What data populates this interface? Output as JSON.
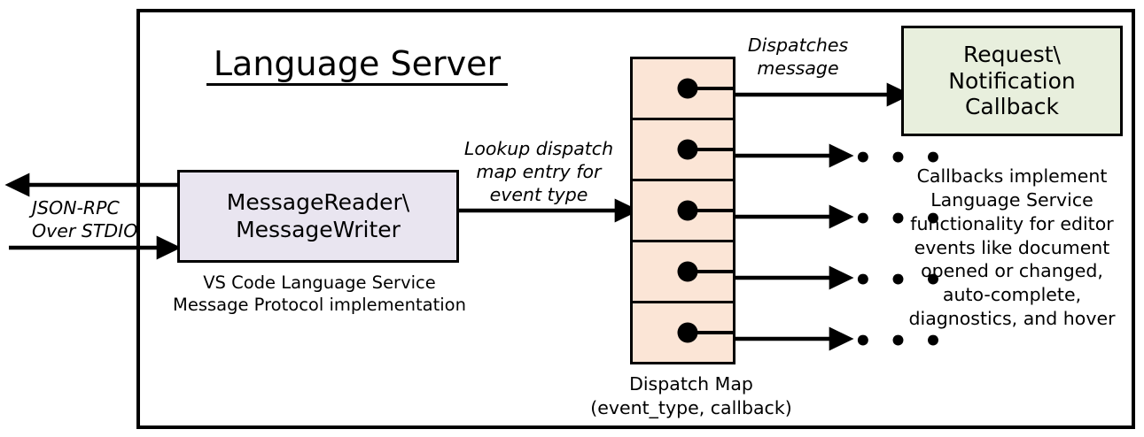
{
  "diagram": {
    "title": "Language Server",
    "frame_name": "language-server-boundary",
    "colors": {
      "stroke": "#000000",
      "message_box_fill": "#E9E5F0",
      "dispatch_map_fill": "#FBE5D6",
      "callback_box_fill": "#E8EFDD",
      "background": "#FFFFFF"
    }
  },
  "message_io": {
    "box_line_1": "MessageReader\\",
    "box_line_2": "MessageWriter",
    "caption_line_1": "VS Code Language Service",
    "caption_line_2": "Message Protocol implementation",
    "transport_label_line_1": "JSON-RPC",
    "transport_label_line_2": "Over STDIO",
    "outbound_arrow_name": "json-rpc-outbound-arrow",
    "inbound_arrow_name": "json-rpc-inbound-arrow"
  },
  "lookup_edge": {
    "label_line_1": "Lookup dispatch",
    "label_line_2": "map entry for",
    "label_line_3": "event type"
  },
  "dispatch_map": {
    "caption_line_1": "Dispatch Map",
    "caption_line_2": "(event_type, callback)",
    "row_count": 5,
    "rows": [
      {
        "index": 1,
        "has_dot": true,
        "target": "callback-box"
      },
      {
        "index": 2,
        "has_dot": true,
        "target": "ellipsis"
      },
      {
        "index": 3,
        "has_dot": true,
        "target": "ellipsis"
      },
      {
        "index": 4,
        "has_dot": true,
        "target": "ellipsis"
      },
      {
        "index": 5,
        "has_dot": true,
        "target": "ellipsis"
      }
    ]
  },
  "dispatch_edge": {
    "label_line_1": "Dispatches",
    "label_line_2": "message"
  },
  "callback": {
    "box_line_1": "Request\\",
    "box_line_2": "Notification",
    "box_line_3": "Callback",
    "caption_line_1": "Callbacks implement",
    "caption_line_2": "Language Service",
    "caption_line_3": "functionality for editor",
    "caption_line_4": "events like document",
    "caption_line_5": "opened or changed,",
    "caption_line_6": "auto-complete,",
    "caption_line_7": "diagnostics, and hover"
  },
  "ellipsis": {
    "glyph": "•  •  •",
    "count": 4
  }
}
